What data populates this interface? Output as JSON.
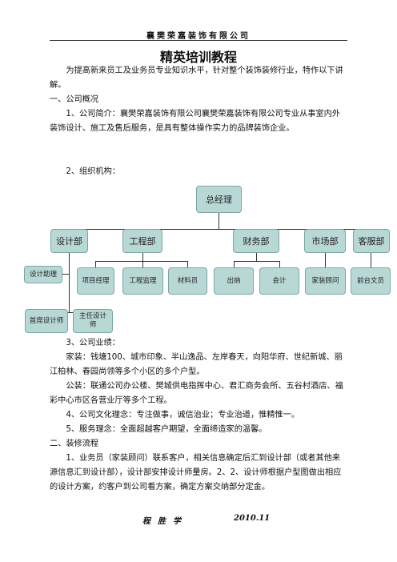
{
  "header": {
    "company": "襄樊荣嘉装饰有限公司"
  },
  "doc_title": "精英培训教程",
  "intro": "为提高新来员工及业务员专业知识水平，针对整个装饰装修行业，特作以下讲解。",
  "sec1": {
    "heading": "一、公司概况",
    "p1": "1、公司简介：襄樊荣嘉装饰有限公司襄樊荣嘉装饰有限公司专业从事室内外装饰设计、施工及售后服务，是具有整体操作实力的品牌装饰企业。",
    "p2": "2、组织机构："
  },
  "org": {
    "root": "总经理",
    "depts": [
      "设计部",
      "工程部",
      "财务部",
      "市场部",
      "客服部"
    ],
    "leaves": [
      "设计助理",
      "项目经理",
      "工程监理",
      "材料员",
      "出纳",
      "会计",
      "家装顾问",
      "前台文员"
    ],
    "sub": [
      "首席设计师",
      "主任设计师"
    ]
  },
  "sec1b": {
    "p3": "3、公司业绩：",
    "p4": "家装：钱塘100、城市印象、半山逸品、左岸春天，向阳华府、世纪新城、丽江柏林、春园尚领等多个小区的多个户型。",
    "p5": "公装：联通公司办公楼、樊城供电指挥中心、君汇商务会所、五谷村酒店、福彩中心市区各营业厅等多个工程。",
    "p6": "4、公司文化理念：专注做事，诚信治业；专业治道，惟精惟一。",
    "p7": "5、服务理念：全面超越客户期望，全面缔造家的温馨。"
  },
  "sec2": {
    "heading": "二、装修流程",
    "p1": "1、业务员（家装顾问）联系客户，相关信息确定后汇到设计部（或者其他来源信息汇到设计部），设计部安排设计师量房。2、2、设计师根据户型图做出相应的设计方案，约客户到公司看方案，确定方案交纳部分定金。"
  },
  "footer": {
    "name": "程胜学",
    "date": "2010.11"
  }
}
